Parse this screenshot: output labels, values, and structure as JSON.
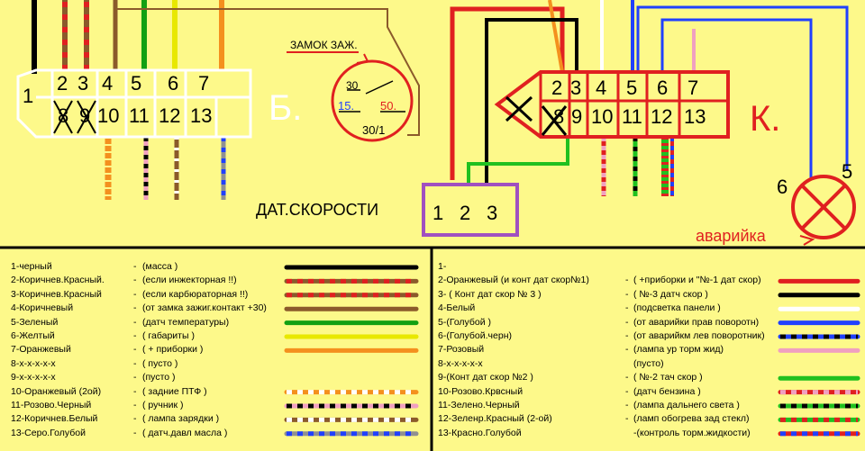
{
  "connector_b": {
    "top_pins": [
      "1",
      "2",
      "3",
      "4",
      "5",
      "6",
      "7"
    ],
    "bottom_pins": [
      "8",
      "9",
      "10",
      "11",
      "12",
      "13"
    ],
    "label": "Б."
  },
  "connector_k": {
    "top_pins": [
      "2",
      "3",
      "4",
      "5",
      "6",
      "7"
    ],
    "bottom_pins": [
      "8",
      "9",
      "10",
      "11",
      "12",
      "13"
    ],
    "label": "К."
  },
  "ignition": {
    "title": "ЗАМОК ЗАЖ.",
    "contacts": [
      "30",
      "15.",
      "50.",
      "30/1"
    ]
  },
  "speed_sensor": {
    "title": "ДАТ.СКОРОСТИ",
    "pins": [
      "1",
      "2",
      "3"
    ]
  },
  "hazard_lamp": {
    "pin_left": "6",
    "pin_right": "5",
    "label": "аварийка"
  },
  "legend_left": [
    {
      "name": "1-черный",
      "dash": "-",
      "desc": "(масса )",
      "color": "#000000",
      "stripe": ""
    },
    {
      "name": "2-Коричнев.Красный.",
      "dash": "-",
      "desc": "(если инжекторная !!)",
      "color": "#8b5a2b",
      "stripe": "#e02020"
    },
    {
      "name": "3-Коричнев.Красный",
      "dash": "-",
      "desc": "(если карбюраторная !!)",
      "color": "#8b5a2b",
      "stripe": "#e02020"
    },
    {
      "name": "4-Коричневый",
      "dash": "-",
      "desc": "(от замка зажиг.контакт +30)",
      "color": "#8b5a2b",
      "stripe": ""
    },
    {
      "name": "5-Зеленый",
      "dash": "-",
      "desc": "(датч температуры)",
      "color": "#12a012",
      "stripe": ""
    },
    {
      "name": "6-Желтый",
      "dash": "-",
      "desc": "( габариты )",
      "color": "#e8e800",
      "stripe": ""
    },
    {
      "name": "7-Оранжевый",
      "dash": "-",
      "desc": "( + приборки )",
      "color": "#f4901e",
      "stripe": ""
    },
    {
      "name": "8-х-х-х-х-х",
      "dash": "-",
      "desc": "( пусто )",
      "color": "",
      "stripe": ""
    },
    {
      "name": "9-х-х-х-х-х",
      "dash": "-",
      "desc": "(пусто )",
      "color": "",
      "stripe": ""
    },
    {
      "name": "10-Оранжевый (2ой)",
      "dash": "-",
      "desc": "( задние ПТФ )",
      "color": "#f4901e",
      "stripe": "#ffffff"
    },
    {
      "name": "11-Розово.Черный",
      "dash": "-",
      "desc": "( ручник )",
      "color": "#f0a0c0",
      "stripe": "#000000"
    },
    {
      "name": "12-Коричнев.Белый",
      "dash": "-",
      "desc": "( лампа зарядки )",
      "color": "#8b5a2b",
      "stripe": "#ffffff"
    },
    {
      "name": "13-Серо.Голубой",
      "dash": "-",
      "desc": "( датч.давл масла )",
      "color": "#909090",
      "stripe": "#2040ff"
    }
  ],
  "legend_right": [
    {
      "name": "1-",
      "dash": "",
      "desc": "",
      "color": "",
      "stripe": ""
    },
    {
      "name": "2-Оранжевый (и конт дат скор№1)",
      "dash": "-",
      "desc": "( +приборки и \"№-1 дат скор)",
      "color": "#e02020",
      "stripe": ""
    },
    {
      "name": "3- ( Конт дат скор № 3 )",
      "dash": "-",
      "desc": "( №-3 датч скор )",
      "color": "#000000",
      "stripe": ""
    },
    {
      "name": "4-Белый",
      "dash": "-",
      "desc": "(подсветка панели )",
      "color": "#ffffff",
      "stripe": ""
    },
    {
      "name": "5-(Голубой )",
      "dash": "-",
      "desc": "(от аварийки прав поворотн)",
      "color": "#2040ff",
      "stripe": ""
    },
    {
      "name": "6-(Голубой.черн)",
      "dash": "-",
      "desc": "(от аварийкм лев поворотник)",
      "color": "#2040ff",
      "stripe": "#000000"
    },
    {
      "name": "7-Розовый",
      "dash": "-",
      "desc": "(лампа ур торм жид)",
      "color": "#f0a0c0",
      "stripe": ""
    },
    {
      "name": "8-х-х-х-х-х",
      "dash": "",
      "desc": "(пусто)",
      "color": "",
      "stripe": ""
    },
    {
      "name": "9-(Конт дат скор №2 )",
      "dash": "-",
      "desc": "( №-2 тач скор )",
      "color": "#20c020",
      "stripe": ""
    },
    {
      "name": "10-Розово.Крвсный",
      "dash": "-",
      "desc": "(датч бензина )",
      "color": "#e02020",
      "stripe": "#f0a0c0"
    },
    {
      "name": "11-Зелено.Черный",
      "dash": "-",
      "desc": "(лампа дальнего света )",
      "color": "#20c020",
      "stripe": "#000000"
    },
    {
      "name": "12-Зеленр.Красный (2-ой)",
      "dash": "-",
      "desc": "(ламп обогрева зад стекл)",
      "color": "#20c020",
      "stripe": "#e02020"
    },
    {
      "name": "13-Красно.Голубой",
      "dash": "",
      "desc": "-(контроль торм.жидкости)",
      "color": "#e02020",
      "stripe": "#2040ff"
    }
  ],
  "colors": {
    "background": "#fdf98a",
    "connector_b_outline": "#ffffff",
    "connector_k_outline": "#e02020",
    "speed_sensor_outline": "#a050c0",
    "lamp": "#e02020"
  }
}
